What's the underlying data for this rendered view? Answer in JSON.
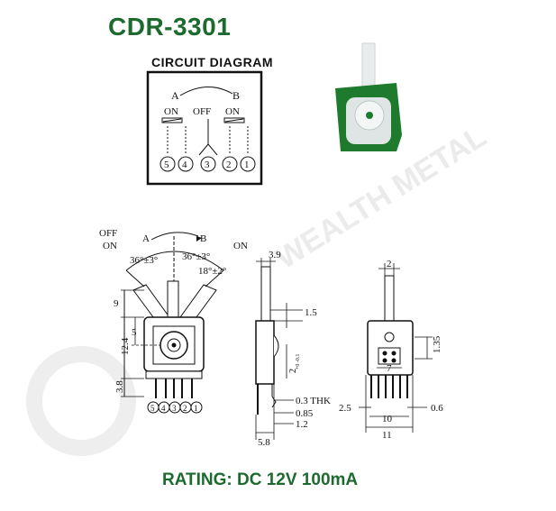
{
  "title": "CDR-3301",
  "circuit": {
    "label": "CIRCUIT DIAGRAM",
    "pos_a": "A",
    "pos_b": "B",
    "states": [
      "ON",
      "OFF",
      "ON"
    ],
    "pins": [
      "5",
      "4",
      "3",
      "2",
      "1"
    ]
  },
  "front": {
    "off": "OFF",
    "on_left": "ON",
    "on_right": "ON",
    "a": "A",
    "b": "B",
    "angle_left": "36°±3°",
    "angle_right": "36°±3°",
    "angle_small": "18°±2°",
    "dim_9": "9",
    "dim_5": "5",
    "dim_12_4": "12.4",
    "dim_3_8": "3.8",
    "pins": [
      "5",
      "4",
      "3",
      "2",
      "1"
    ]
  },
  "side": {
    "dim_3_9": "3.9",
    "dim_1_5": "1.5",
    "dim_2_tol": "2",
    "tol": "+0 -0.1",
    "dim_0_3": "0.3 THK",
    "dim_0_85": "0.85",
    "dim_1_2": "1.2",
    "dim_5_8": "5.8"
  },
  "rear": {
    "dim_2": "2",
    "dim_1_35": "1.35",
    "dim_7": "7",
    "dim_2_5": "2.5",
    "dim_0_6": "0.6",
    "dim_10": "10",
    "dim_11": "11"
  },
  "watermark": "WEALTH METAL",
  "rating": "RATING: DC 12V 100mA",
  "colors": {
    "brand_green": "#1d6a2f",
    "part_green": "#1e7a2c"
  }
}
